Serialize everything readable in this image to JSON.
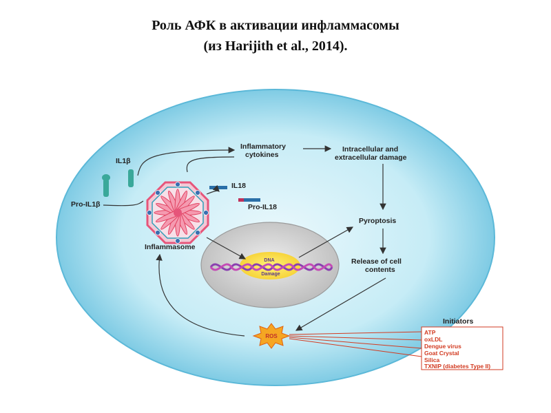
{
  "title": {
    "line1": "Роль АФК в активации инфламмасомы",
    "line2": "(из Harijith et al., 2014)."
  },
  "labels": {
    "il1b": "IL1β",
    "pro_il1b": "Pro-IL1β",
    "il18": "IL18",
    "pro_il18": "Pro-IL18",
    "inflammasome": "Inflammasome",
    "inflammatory_cytokines_1": "Inflammatory",
    "inflammatory_cytokines_2": "cytokines",
    "damage_1": "Intracellular and",
    "damage_2": "extracellular damage",
    "pyroptosis": "Pyroptosis",
    "release_1": "Release of cell",
    "release_2": "contents",
    "dna_1": "DNA",
    "dna_2": "Damage",
    "ros": "ROS"
  },
  "initiators": {
    "heading": "Initiators",
    "items": [
      "ATP",
      "oxLDL",
      "Dengue virus",
      "Goat Crystal",
      "Silica",
      "TXNIP (diabetes Type II)"
    ]
  },
  "colors": {
    "cell_fill": "#8fd3ea",
    "cell_inner": "#d4f0f8",
    "nucleus": "#d9d9d9",
    "inflammasome": "#e6557a",
    "il_bar": "#2a6fa8",
    "ros_fill": "#f5a623",
    "initiator_red": "#d23a20"
  }
}
